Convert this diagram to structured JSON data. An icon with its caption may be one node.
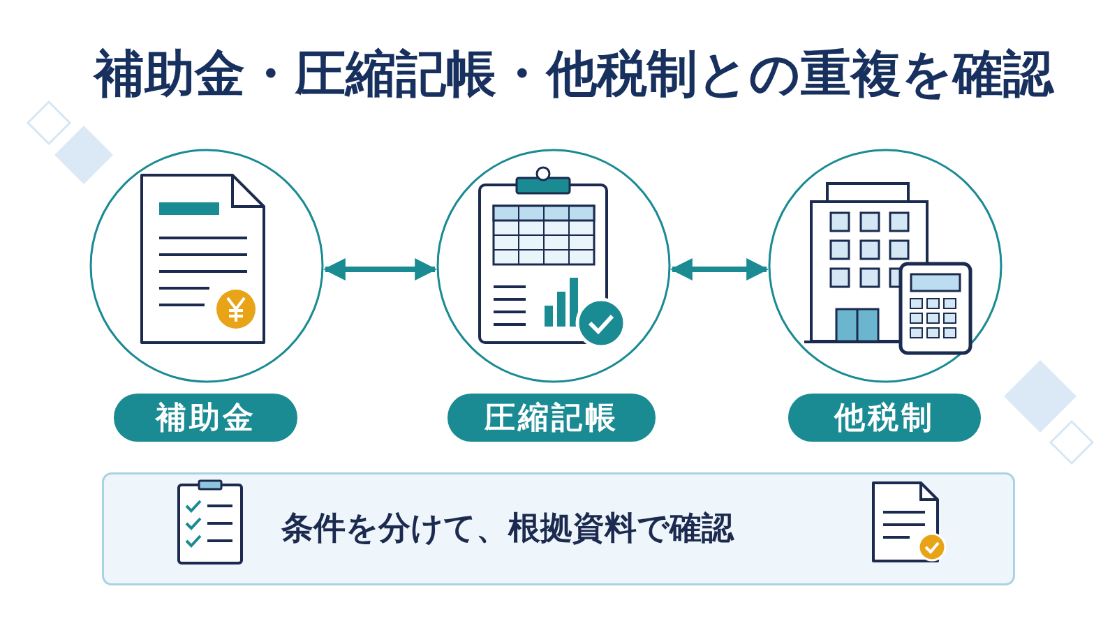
{
  "diagram": {
    "title": "補助金・圧縮記帳・他税制との重複を確認",
    "nodes": [
      {
        "text": [
          "補助金"
        ]
      },
      {
        "text": [
          "圧縮記帳"
        ]
      },
      {
        "text": [
          "他税制"
        ]
      },
      {
        "text": [
          "条件を分けて、根拠資料で確認"
        ]
      }
    ],
    "edges": [
      {
        "from": 0,
        "to": 1,
        "arrow": "both"
      },
      {
        "from": 1,
        "to": 2,
        "arrow": "both"
      }
    ]
  }
}
